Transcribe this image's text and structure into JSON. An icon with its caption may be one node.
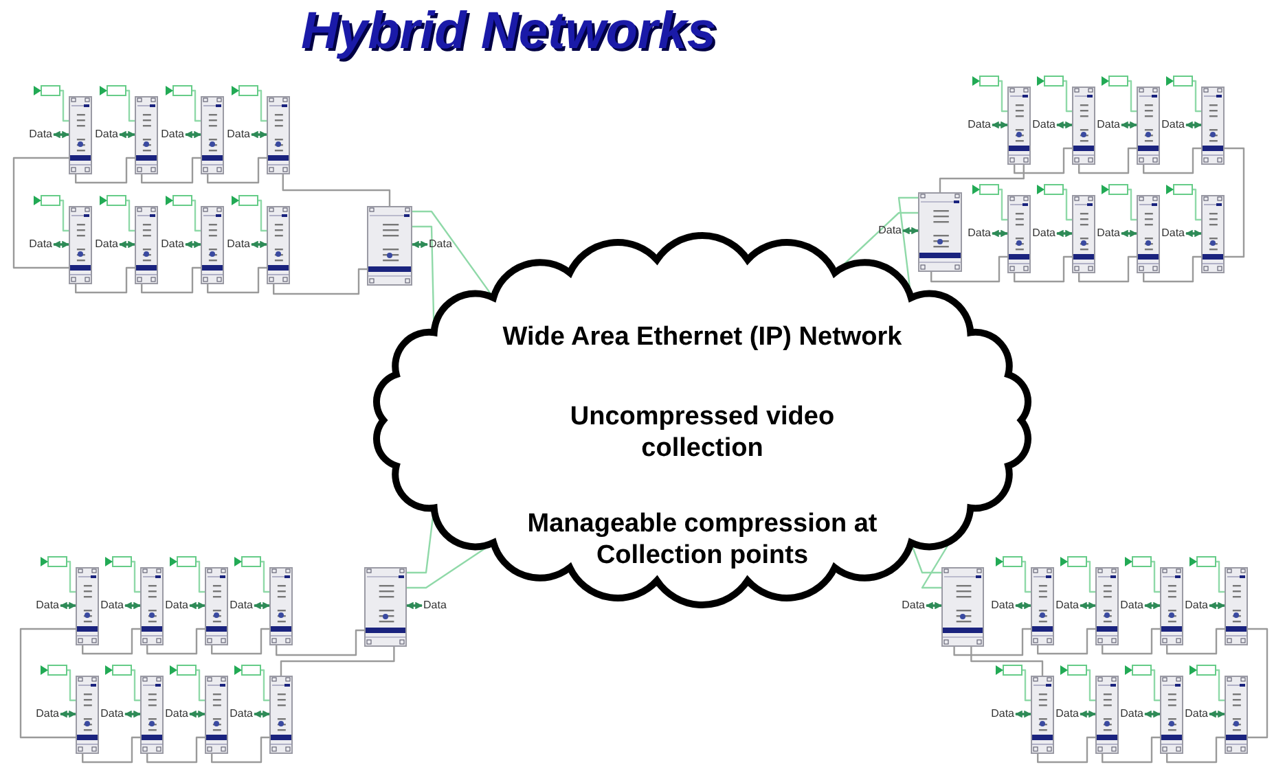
{
  "diagram": {
    "title": "Hybrid Networks",
    "nodes": [
      {
        "text": [
          "Wide Area Ethernet (IP) Network",
          "Uncompressed video collection",
          "Manageable compression at Collection points"
        ]
      },
      {
        "text": [],
        "shape": "picture"
      },
      {
        "text": [
          "Data"
        ]
      },
      {
        "text": [],
        "shape": "camera"
      },
      {
        "text": [
          "Data"
        ]
      },
      {
        "text": [],
        "shape": "picture"
      },
      {
        "text": [],
        "shape": "camera"
      },
      {
        "text": [
          "Data"
        ]
      },
      {
        "text": [],
        "shape": "picture"
      },
      {
        "text": [],
        "shape": "camera"
      },
      {
        "text": [
          "Data"
        ]
      },
      {
        "text": [],
        "shape": "picture"
      },
      {
        "text": [],
        "shape": "camera"
      },
      {
        "text": [
          "Data"
        ]
      },
      {
        "text": [],
        "shape": "picture"
      },
      {
        "text": [],
        "shape": "camera"
      },
      {
        "text": [
          "Data"
        ]
      },
      {
        "text": [],
        "shape": "picture"
      },
      {
        "text": [],
        "shape": "camera"
      },
      {
        "text": [
          "Data"
        ]
      },
      {
        "text": [],
        "shape": "picture"
      },
      {
        "text": [],
        "shape": "camera"
      },
      {
        "text": [
          "Data"
        ]
      },
      {
        "text": [],
        "shape": "picture"
      },
      {
        "text": [],
        "shape": "camera"
      },
      {
        "text": [
          "Data"
        ]
      },
      {
        "text": [],
        "shape": "picture"
      },
      {
        "text": [],
        "shape": "picture"
      },
      {
        "text": [
          "Data"
        ]
      },
      {
        "text": [],
        "shape": "camera"
      },
      {
        "text": [
          "Data"
        ]
      },
      {
        "text": [],
        "shape": "picture"
      },
      {
        "text": [],
        "shape": "camera"
      },
      {
        "text": [
          "Data"
        ]
      },
      {
        "text": [],
        "shape": "picture"
      },
      {
        "text": [],
        "shape": "camera"
      },
      {
        "text": [
          "Data"
        ]
      },
      {
        "text": [],
        "shape": "picture"
      },
      {
        "text": [],
        "shape": "camera"
      },
      {
        "text": [
          "Data"
        ]
      },
      {
        "text": [],
        "shape": "picture"
      },
      {
        "text": [],
        "shape": "camera"
      },
      {
        "text": [
          "Data"
        ]
      },
      {
        "text": [],
        "shape": "picture"
      },
      {
        "text": [],
        "shape": "camera"
      },
      {
        "text": [
          "Data"
        ]
      },
      {
        "text": [],
        "shape": "picture"
      },
      {
        "text": [],
        "shape": "camera"
      },
      {
        "text": [
          "Data"
        ]
      },
      {
        "text": [],
        "shape": "picture"
      },
      {
        "text": [],
        "shape": "camera"
      },
      {
        "text": [
          "Data"
        ]
      },
      {
        "text": [],
        "shape": "picture"
      },
      {
        "text": [],
        "shape": "picture"
      },
      {
        "text": [
          "Data"
        ]
      },
      {
        "text": [],
        "shape": "camera"
      },
      {
        "text": [
          "Data"
        ]
      },
      {
        "text": [],
        "shape": "picture"
      },
      {
        "text": [],
        "shape": "camera"
      },
      {
        "text": [
          "Data"
        ]
      },
      {
        "text": [],
        "shape": "picture"
      },
      {
        "text": [],
        "shape": "camera"
      },
      {
        "text": [
          "Data"
        ]
      },
      {
        "text": [],
        "shape": "picture"
      },
      {
        "text": [],
        "shape": "camera"
      },
      {
        "text": [
          "Data"
        ]
      },
      {
        "text": [],
        "shape": "picture"
      },
      {
        "text": [],
        "shape": "camera"
      },
      {
        "text": [
          "Data"
        ]
      },
      {
        "text": [],
        "shape": "picture"
      },
      {
        "text": [],
        "shape": "camera"
      },
      {
        "text": [
          "Data"
        ]
      },
      {
        "text": [],
        "shape": "picture"
      },
      {
        "text": [],
        "shape": "camera"
      },
      {
        "text": [
          "Data"
        ]
      },
      {
        "text": [],
        "shape": "picture"
      },
      {
        "text": [],
        "shape": "camera"
      },
      {
        "text": [
          "Data"
        ]
      },
      {
        "text": [],
        "shape": "picture"
      },
      {
        "text": [],
        "shape": "picture"
      },
      {
        "text": [
          "Data"
        ]
      },
      {
        "text": [],
        "shape": "camera"
      },
      {
        "text": [
          "Data"
        ]
      },
      {
        "text": [],
        "shape": "picture"
      },
      {
        "text": [],
        "shape": "camera"
      },
      {
        "text": [
          "Data"
        ]
      },
      {
        "text": [],
        "shape": "picture"
      },
      {
        "text": [],
        "shape": "camera"
      },
      {
        "text": [
          "Data"
        ]
      },
      {
        "text": [],
        "shape": "picture"
      },
      {
        "text": [],
        "shape": "camera"
      },
      {
        "text": [
          "Data"
        ]
      },
      {
        "text": [],
        "shape": "picture"
      },
      {
        "text": [],
        "shape": "camera"
      },
      {
        "text": [
          "Data"
        ]
      },
      {
        "text": [],
        "shape": "picture"
      },
      {
        "text": [],
        "shape": "camera"
      },
      {
        "text": [
          "Data"
        ]
      },
      {
        "text": [],
        "shape": "picture"
      },
      {
        "text": [],
        "shape": "camera"
      },
      {
        "text": [
          "Data"
        ]
      },
      {
        "text": [],
        "shape": "picture"
      },
      {
        "text": [],
        "shape": "camera"
      },
      {
        "text": [
          "Data"
        ]
      },
      {
        "text": [],
        "shape": "picture"
      }
    ],
    "edges": [
      {
        "from": 1,
        "to": 0,
        "arrow": "none",
        "color": "#8fd9a8"
      },
      {
        "from": 1,
        "to": 0,
        "arrow": "none",
        "color": "#8fd9a8"
      },
      {
        "from": 2,
        "to": 1,
        "arrow": "both",
        "color": "#2e8b57"
      },
      {
        "from": 3,
        "to": 5,
        "arrow": "none",
        "color": "#8fd9a8"
      },
      {
        "from": 4,
        "to": 5,
        "arrow": "both",
        "color": "#2e8b57"
      },
      {
        "from": 6,
        "to": 8,
        "arrow": "none",
        "color": "#8fd9a8"
      },
      {
        "from": 7,
        "to": 8,
        "arrow": "both",
        "color": "#2e8b57"
      },
      {
        "from": 9,
        "to": 11,
        "arrow": "none",
        "color": "#8fd9a8"
      },
      {
        "from": 10,
        "to": 11,
        "arrow": "both",
        "color": "#2e8b57"
      },
      {
        "from": 12,
        "to": 14,
        "arrow": "none",
        "color": "#8fd9a8"
      },
      {
        "from": 13,
        "to": 14,
        "arrow": "both",
        "color": "#2e8b57"
      },
      {
        "from": 15,
        "to": 17,
        "arrow": "none",
        "color": "#8fd9a8"
      },
      {
        "from": 16,
        "to": 17,
        "arrow": "both",
        "color": "#2e8b57"
      },
      {
        "from": 18,
        "to": 20,
        "arrow": "none",
        "color": "#8fd9a8"
      },
      {
        "from": 19,
        "to": 20,
        "arrow": "both",
        "color": "#2e8b57"
      },
      {
        "from": 21,
        "to": 23,
        "arrow": "none",
        "color": "#8fd9a8"
      },
      {
        "from": 22,
        "to": 23,
        "arrow": "both",
        "color": "#2e8b57"
      },
      {
        "from": 24,
        "to": 26,
        "arrow": "none",
        "color": "#8fd9a8"
      },
      {
        "from": 25,
        "to": 26,
        "arrow": "both",
        "color": "#2e8b57"
      },
      {
        "from": 1,
        "to": 14,
        "arrow": "none"
      },
      {
        "from": 14,
        "to": 11,
        "arrow": "none"
      },
      {
        "from": 11,
        "to": 8,
        "arrow": "none"
      },
      {
        "from": 8,
        "to": 5,
        "arrow": "none"
      },
      {
        "from": 5,
        "to": 17,
        "arrow": "none"
      },
      {
        "from": 17,
        "to": 20,
        "arrow": "none"
      },
      {
        "from": 20,
        "to": 23,
        "arrow": "none"
      },
      {
        "from": 23,
        "to": 26,
        "arrow": "none"
      },
      {
        "from": 26,
        "to": 1,
        "arrow": "none"
      },
      {
        "from": 27,
        "to": 0,
        "arrow": "none",
        "color": "#8fd9a8"
      },
      {
        "from": 27,
        "to": 0,
        "arrow": "none",
        "color": "#8fd9a8"
      },
      {
        "from": 28,
        "to": 27,
        "arrow": "both",
        "color": "#2e8b57"
      },
      {
        "from": 29,
        "to": 31,
        "arrow": "none",
        "color": "#8fd9a8"
      },
      {
        "from": 30,
        "to": 31,
        "arrow": "both",
        "color": "#2e8b57"
      },
      {
        "from": 32,
        "to": 34,
        "arrow": "none",
        "color": "#8fd9a8"
      },
      {
        "from": 33,
        "to": 34,
        "arrow": "both",
        "color": "#2e8b57"
      },
      {
        "from": 35,
        "to": 37,
        "arrow": "none",
        "color": "#8fd9a8"
      },
      {
        "from": 36,
        "to": 37,
        "arrow": "both",
        "color": "#2e8b57"
      },
      {
        "from": 38,
        "to": 40,
        "arrow": "none",
        "color": "#8fd9a8"
      },
      {
        "from": 39,
        "to": 40,
        "arrow": "both",
        "color": "#2e8b57"
      },
      {
        "from": 41,
        "to": 43,
        "arrow": "none",
        "color": "#8fd9a8"
      },
      {
        "from": 42,
        "to": 43,
        "arrow": "both",
        "color": "#2e8b57"
      },
      {
        "from": 44,
        "to": 46,
        "arrow": "none",
        "color": "#8fd9a8"
      },
      {
        "from": 45,
        "to": 46,
        "arrow": "both",
        "color": "#2e8b57"
      },
      {
        "from": 47,
        "to": 49,
        "arrow": "none",
        "color": "#8fd9a8"
      },
      {
        "from": 48,
        "to": 49,
        "arrow": "both",
        "color": "#2e8b57"
      },
      {
        "from": 50,
        "to": 52,
        "arrow": "none",
        "color": "#8fd9a8"
      },
      {
        "from": 51,
        "to": 52,
        "arrow": "both",
        "color": "#2e8b57"
      },
      {
        "from": 27,
        "to": 31,
        "arrow": "none"
      },
      {
        "from": 31,
        "to": 34,
        "arrow": "none"
      },
      {
        "from": 34,
        "to": 37,
        "arrow": "none"
      },
      {
        "from": 37,
        "to": 40,
        "arrow": "none"
      },
      {
        "from": 40,
        "to": 52,
        "arrow": "none"
      },
      {
        "from": 52,
        "to": 49,
        "arrow": "none"
      },
      {
        "from": 49,
        "to": 46,
        "arrow": "none"
      },
      {
        "from": 46,
        "to": 43,
        "arrow": "none"
      },
      {
        "from": 43,
        "to": 27,
        "arrow": "none"
      },
      {
        "from": 53,
        "to": 0,
        "arrow": "none",
        "color": "#8fd9a8"
      },
      {
        "from": 53,
        "to": 0,
        "arrow": "none",
        "color": "#8fd9a8"
      },
      {
        "from": 54,
        "to": 53,
        "arrow": "both",
        "color": "#2e8b57"
      },
      {
        "from": 55,
        "to": 57,
        "arrow": "none",
        "color": "#8fd9a8"
      },
      {
        "from": 56,
        "to": 57,
        "arrow": "both",
        "color": "#2e8b57"
      },
      {
        "from": 58,
        "to": 60,
        "arrow": "none",
        "color": "#8fd9a8"
      },
      {
        "from": 59,
        "to": 60,
        "arrow": "both",
        "color": "#2e8b57"
      },
      {
        "from": 61,
        "to": 63,
        "arrow": "none",
        "color": "#8fd9a8"
      },
      {
        "from": 62,
        "to": 63,
        "arrow": "both",
        "color": "#2e8b57"
      },
      {
        "from": 64,
        "to": 66,
        "arrow": "none",
        "color": "#8fd9a8"
      },
      {
        "from": 65,
        "to": 66,
        "arrow": "both",
        "color": "#2e8b57"
      },
      {
        "from": 67,
        "to": 69,
        "arrow": "none",
        "color": "#8fd9a8"
      },
      {
        "from": 68,
        "to": 69,
        "arrow": "both",
        "color": "#2e8b57"
      },
      {
        "from": 70,
        "to": 72,
        "arrow": "none",
        "color": "#8fd9a8"
      },
      {
        "from": 71,
        "to": 72,
        "arrow": "both",
        "color": "#2e8b57"
      },
      {
        "from": 73,
        "to": 75,
        "arrow": "none",
        "color": "#8fd9a8"
      },
      {
        "from": 74,
        "to": 75,
        "arrow": "both",
        "color": "#2e8b57"
      },
      {
        "from": 76,
        "to": 78,
        "arrow": "none",
        "color": "#8fd9a8"
      },
      {
        "from": 77,
        "to": 78,
        "arrow": "both",
        "color": "#2e8b57"
      },
      {
        "from": 53,
        "to": 66,
        "arrow": "none"
      },
      {
        "from": 66,
        "to": 63,
        "arrow": "none"
      },
      {
        "from": 63,
        "to": 60,
        "arrow": "none"
      },
      {
        "from": 60,
        "to": 57,
        "arrow": "none"
      },
      {
        "from": 57,
        "to": 69,
        "arrow": "none"
      },
      {
        "from": 69,
        "to": 72,
        "arrow": "none"
      },
      {
        "from": 72,
        "to": 75,
        "arrow": "none"
      },
      {
        "from": 75,
        "to": 78,
        "arrow": "none"
      },
      {
        "from": 78,
        "to": 53,
        "arrow": "none"
      },
      {
        "from": 79,
        "to": 0,
        "arrow": "none",
        "color": "#8fd9a8"
      },
      {
        "from": 79,
        "to": 0,
        "arrow": "none",
        "color": "#8fd9a8"
      },
      {
        "from": 80,
        "to": 79,
        "arrow": "both",
        "color": "#2e8b57"
      },
      {
        "from": 81,
        "to": 83,
        "arrow": "none",
        "color": "#8fd9a8"
      },
      {
        "from": 82,
        "to": 83,
        "arrow": "both",
        "color": "#2e8b57"
      },
      {
        "from": 84,
        "to": 86,
        "arrow": "none",
        "color": "#8fd9a8"
      },
      {
        "from": 85,
        "to": 86,
        "arrow": "both",
        "color": "#2e8b57"
      },
      {
        "from": 87,
        "to": 89,
        "arrow": "none",
        "color": "#8fd9a8"
      },
      {
        "from": 88,
        "to": 89,
        "arrow": "both",
        "color": "#2e8b57"
      },
      {
        "from": 90,
        "to": 92,
        "arrow": "none",
        "color": "#8fd9a8"
      },
      {
        "from": 91,
        "to": 92,
        "arrow": "both",
        "color": "#2e8b57"
      },
      {
        "from": 93,
        "to": 95,
        "arrow": "none",
        "color": "#8fd9a8"
      },
      {
        "from": 94,
        "to": 95,
        "arrow": "both",
        "color": "#2e8b57"
      },
      {
        "from": 96,
        "to": 98,
        "arrow": "none",
        "color": "#8fd9a8"
      },
      {
        "from": 97,
        "to": 98,
        "arrow": "both",
        "color": "#2e8b57"
      },
      {
        "from": 99,
        "to": 101,
        "arrow": "none",
        "color": "#8fd9a8"
      },
      {
        "from": 100,
        "to": 101,
        "arrow": "both",
        "color": "#2e8b57"
      },
      {
        "from": 102,
        "to": 104,
        "arrow": "none",
        "color": "#8fd9a8"
      },
      {
        "from": 103,
        "to": 104,
        "arrow": "both",
        "color": "#2e8b57"
      },
      {
        "from": 79,
        "to": 83,
        "arrow": "none"
      },
      {
        "from": 83,
        "to": 86,
        "arrow": "none"
      },
      {
        "from": 86,
        "to": 89,
        "arrow": "none"
      },
      {
        "from": 89,
        "to": 92,
        "arrow": "none"
      },
      {
        "from": 92,
        "to": 104,
        "arrow": "none"
      },
      {
        "from": 104,
        "to": 101,
        "arrow": "none"
      },
      {
        "from": 101,
        "to": 98,
        "arrow": "none"
      },
      {
        "from": 98,
        "to": 95,
        "arrow": "none"
      },
      {
        "from": 95,
        "to": 79,
        "arrow": "none"
      }
    ]
  }
}
